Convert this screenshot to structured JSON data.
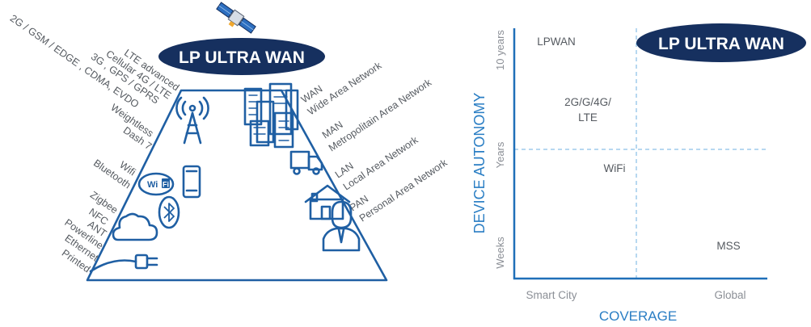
{
  "pyramid": {
    "badge": "LP ULTRA WAN",
    "left_labels": [
      "2G / GSM / EDGE , CDMA, EVDO",
      "3G , GPS / GPRS",
      "Cellular 4G / LTE",
      "LTE advanced",
      "Weightless",
      "Dash 7",
      "Wifi",
      "Bluetooth",
      "Zigbee",
      "NFC",
      "ANT",
      "Powerline",
      "Ethernet",
      "Printed"
    ],
    "networks": [
      {
        "abbr": "WAN",
        "full": "Wide  Area Network"
      },
      {
        "abbr": "MAN",
        "full": "Metropolitain Area Network"
      },
      {
        "abbr": "LAN",
        "full": "Local Area Network"
      },
      {
        "abbr": "PAN",
        "full": "Personal Area Network"
      }
    ],
    "wifi_icon_text": "Wi",
    "wifi_icon_text2": "Fi"
  },
  "chart": {
    "badge": "LP ULTRA WAN",
    "xlabel": "COVERAGE",
    "ylabel": "DEVICE AUTONOMY",
    "x_ticks": [
      "Smart City",
      "Global"
    ],
    "y_ticks": [
      "Weeks",
      "Years",
      "10 years"
    ],
    "quadrant_labels": {
      "top_left_top": "LPWAN",
      "top_left_mid": [
        "2G/G/4G/",
        "LTE"
      ],
      "bottom_left": "WiFi",
      "bottom_right": "MSS"
    },
    "colors": {
      "axis": "#1f6fb8",
      "badge": "#16305f",
      "guide": "#6fb1e0"
    }
  }
}
